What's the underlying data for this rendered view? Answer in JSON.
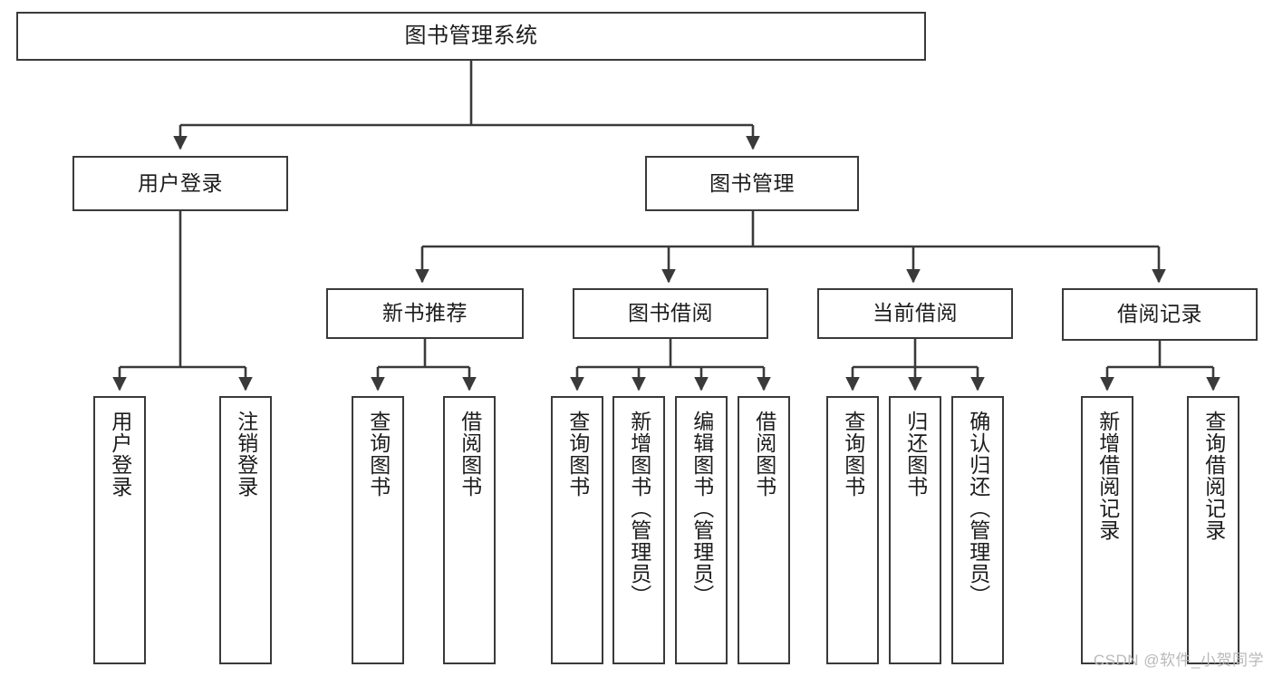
{
  "diagram": {
    "title": "图书管理系统",
    "type": "tree",
    "background_color": "#ffffff",
    "line_color": "#3a3a3a",
    "box_border_color": "#3a3a3a",
    "box_fill_color": "#ffffff",
    "text_color": "#1c1c1c"
  },
  "nodes": {
    "root": {
      "label": "图书管理系统"
    },
    "level2": [
      {
        "label": "用户登录"
      },
      {
        "label": "图书管理"
      }
    ],
    "level3": [
      {
        "label": "新书推荐"
      },
      {
        "label": "图书借阅"
      },
      {
        "label": "当前借阅"
      },
      {
        "label": "借阅记录"
      }
    ],
    "leaves": {
      "user_login": [
        {
          "label": "用户登录"
        },
        {
          "label": "注销登录"
        }
      ],
      "new_book_recommend": [
        {
          "label": "查询图书"
        },
        {
          "label": "借阅图书"
        }
      ],
      "book_borrow": [
        {
          "label": "查询图书"
        },
        {
          "label": "新增图书（管理员）"
        },
        {
          "label": "编辑图书（管理员）"
        },
        {
          "label": "借阅图书"
        }
      ],
      "current_borrow": [
        {
          "label": "查询图书"
        },
        {
          "label": "归还图书"
        },
        {
          "label": "确认归还（管理员）"
        }
      ],
      "borrow_record": [
        {
          "label": "新增借阅记录"
        },
        {
          "label": "查询借阅记录"
        }
      ]
    }
  },
  "watermark": {
    "text": "CSDN @软件_小贺同学"
  }
}
